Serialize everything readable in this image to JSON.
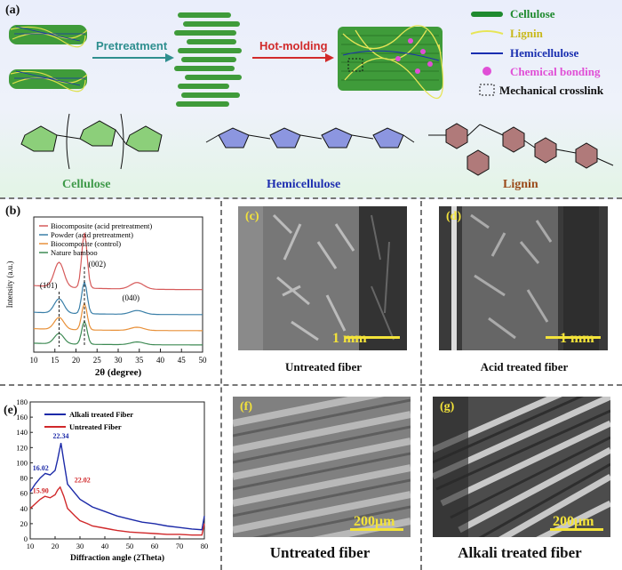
{
  "panel_a": {
    "label": "(a)",
    "step1": "Pretreatment",
    "step2": "Hot-molding",
    "legend": [
      {
        "name": "Cellulose",
        "color": "#1f8a2e"
      },
      {
        "name": "Lignin",
        "color": "#c8b81a"
      },
      {
        "name": "Hemicellulose",
        "color": "#1a2fb0"
      },
      {
        "name": "Chemical bonding",
        "color": "#e04fd6"
      },
      {
        "name": "Mechanical crosslink",
        "color": "#111111"
      }
    ],
    "structures": {
      "cellulose": {
        "name": "Cellulose",
        "color": "#3f9a4a"
      },
      "hemicellulose": {
        "name": "Hemicellulose",
        "color": "#1f2fb0"
      },
      "lignin": {
        "name": "Lignin",
        "color": "#9a4a1a"
      }
    }
  },
  "panel_b": {
    "label": "(b)",
    "chart_data": {
      "type": "line",
      "xlabel": "2θ (degree)",
      "ylabel": "Intensity (a.u.)",
      "xlim": [
        10,
        50
      ],
      "xticks": [
        "10",
        "15",
        "20",
        "25",
        "30",
        "35",
        "40",
        "45",
        "50"
      ],
      "series": [
        {
          "name": "Biocomposite (acid pretreatment)",
          "color": "#d65a5a"
        },
        {
          "name": "Powder (acid pretreatment)",
          "color": "#3a7fa8"
        },
        {
          "name": "Biocomposite (control)",
          "color": "#e8913a"
        },
        {
          "name": "Nature bamboo",
          "color": "#3e8a54"
        }
      ],
      "annotations": [
        "(101)",
        "(002)",
        "(040)"
      ]
    }
  },
  "panel_c": {
    "label": "(c)",
    "scale": "1 mm",
    "caption": "Untreated fiber"
  },
  "panel_d": {
    "label": "(d)",
    "scale": "1 mm",
    "caption": "Acid treated fiber"
  },
  "panel_e": {
    "label": "(e)",
    "chart_data": {
      "type": "line",
      "xlabel": "Diffraction angle (2Theta)",
      "xlim": [
        10,
        80
      ],
      "ylim": [
        0,
        180
      ],
      "xticks": [
        "10",
        "20",
        "30",
        "40",
        "50",
        "60",
        "70",
        "80"
      ],
      "yticks": [
        "0",
        "20",
        "40",
        "60",
        "80",
        "100",
        "120",
        "140",
        "160",
        "180"
      ],
      "series": [
        {
          "name": "Alkali treated Fiber",
          "color": "#1c2aa8",
          "x": [
            10,
            12,
            14,
            16.02,
            18,
            20,
            21,
            22.34,
            23.5,
            25,
            28,
            30,
            33,
            35,
            40,
            45,
            50,
            55,
            60,
            65,
            70,
            75,
            79,
            80
          ],
          "y": [
            62,
            72,
            80,
            86,
            84,
            90,
            104,
            126,
            102,
            72,
            60,
            52,
            46,
            42,
            36,
            30,
            26,
            22,
            20,
            17,
            15,
            13,
            12,
            30
          ]
        },
        {
          "name": "Untreated Fiber",
          "color": "#d0282a",
          "x": [
            10,
            12,
            14,
            15.9,
            18,
            20,
            21,
            22.02,
            23.5,
            25,
            28,
            30,
            33,
            35,
            40,
            45,
            50,
            55,
            60,
            65,
            70,
            75,
            79,
            80
          ],
          "y": [
            40,
            46,
            52,
            56,
            54,
            58,
            64,
            68,
            56,
            40,
            30,
            24,
            20,
            17,
            14,
            11,
            9,
            8,
            7,
            6,
            6,
            5,
            5,
            20
          ]
        }
      ],
      "peak_labels": [
        {
          "text": "22.34",
          "color": "#1c2aa8"
        },
        {
          "text": "16.02",
          "color": "#1c2aa8"
        },
        {
          "text": "15.90",
          "color": "#d0282a"
        },
        {
          "text": "22.02",
          "color": "#d0282a"
        }
      ]
    }
  },
  "panel_f": {
    "label": "(f)",
    "scale": "200μm",
    "caption": "Untreated fiber"
  },
  "panel_g": {
    "label": "(g)",
    "scale": "200μm",
    "caption": "Alkali treated fiber"
  }
}
